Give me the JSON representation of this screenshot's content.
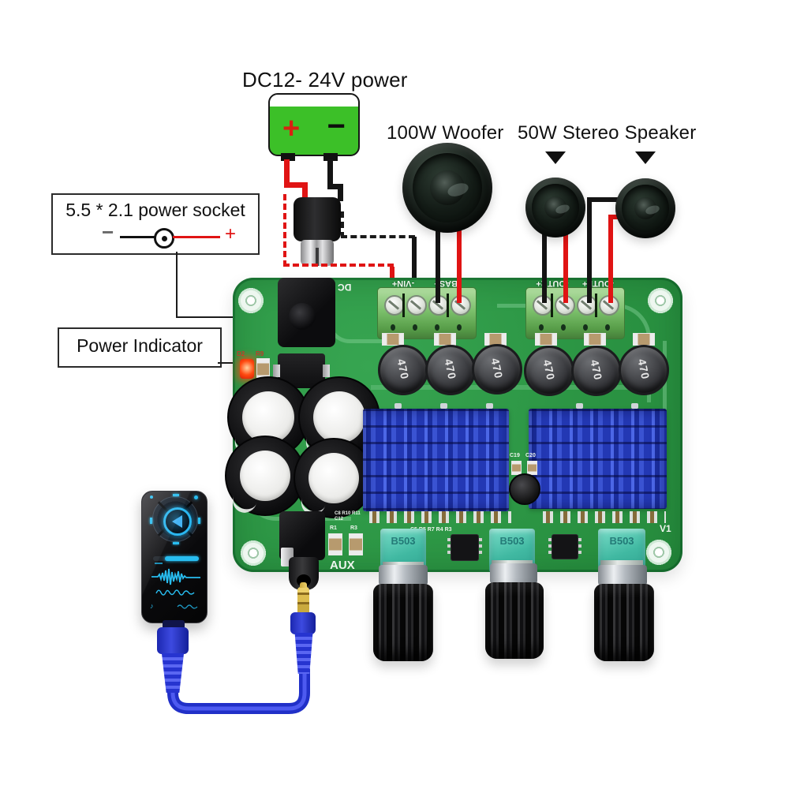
{
  "annotations": {
    "dc_power": "DC12- 24V power",
    "woofer": "100W Woofer",
    "stereo": "50W Stereo Speaker",
    "socket_title": "5.5 * 2.1 power socket",
    "socket_minus": "−",
    "socket_plus": "+",
    "power_indicator": "Power Indicator",
    "battery_plus": "+",
    "battery_minus": "−"
  },
  "board": {
    "silkscreen": {
      "dc": "DC",
      "aux": "AUX",
      "v1": "V1",
      "d2": "D2",
      "r9": "R9",
      "r1": "R1",
      "r3": "R3",
      "c19": "C19",
      "c20": "C20",
      "res_row": "C5 R5 R7 R4 R3",
      "cap_row": "C8 R10 R11 C12"
    },
    "terminals": [
      "-VIN+",
      "-BAS+",
      "-OUTR+",
      "-OUTL+"
    ],
    "inductors": [
      "470",
      "470",
      "470",
      "470",
      "470",
      "470"
    ],
    "pots": [
      "B503",
      "B503",
      "B503"
    ]
  },
  "colors": {
    "pcb_green": "#2b9443",
    "heatsink_blue": "#2d46c8",
    "battery_green": "#3cc028",
    "wire_red": "#e01414",
    "wire_black": "#141414",
    "cable_blue": "#2a35d6",
    "player_accent": "#28bdf0",
    "terminal_green": "#7cc06c",
    "led_red": "#ff4a10",
    "pot_teal": "#41b9a2"
  }
}
